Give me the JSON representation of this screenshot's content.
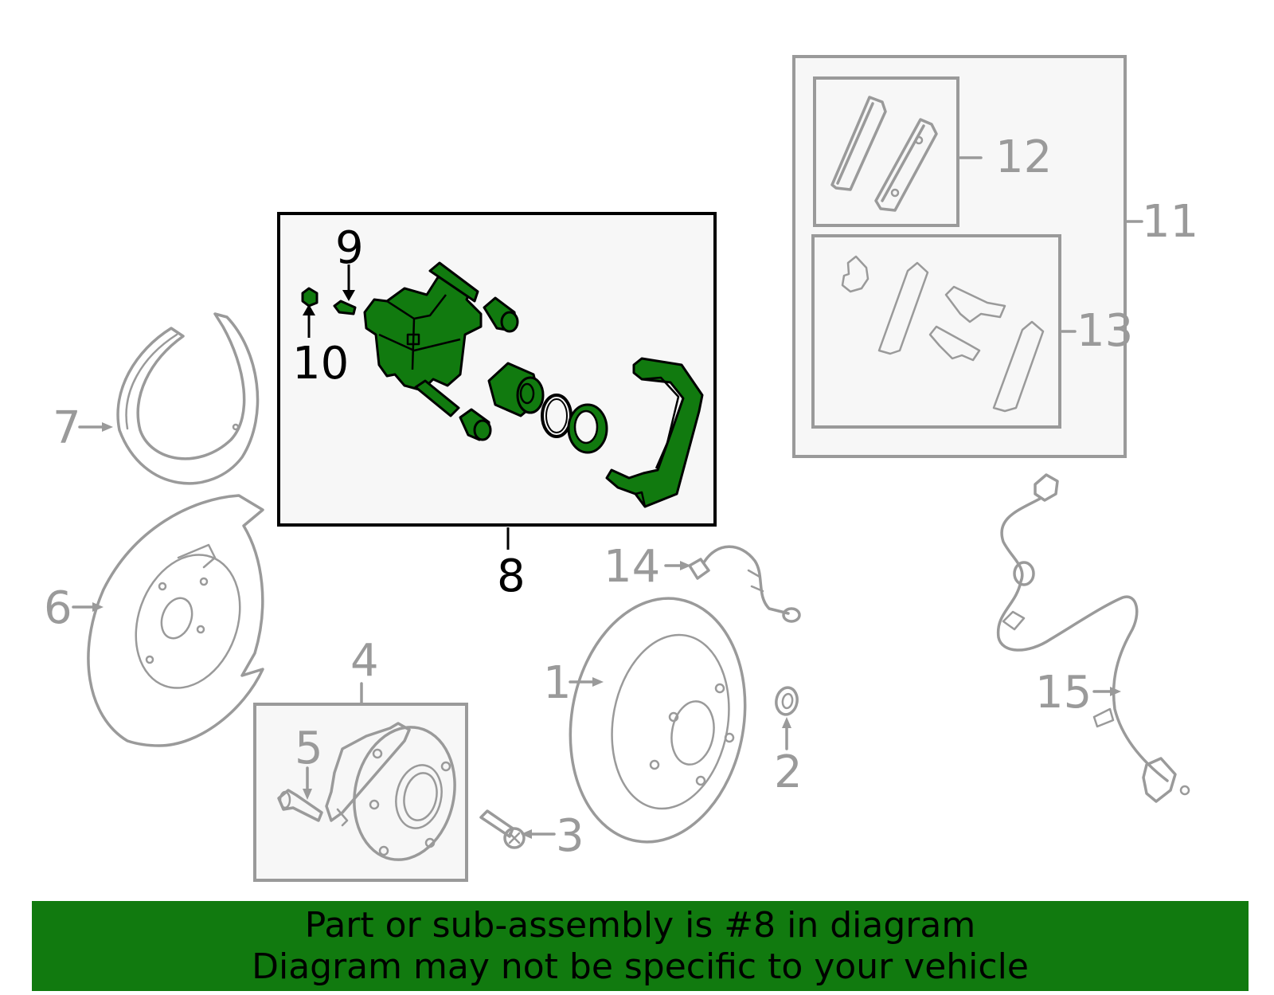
{
  "diagram": {
    "callouts": {
      "c1": "1",
      "c2": "2",
      "c3": "3",
      "c4": "4",
      "c5": "5",
      "c6": "6",
      "c7": "7",
      "c8": "8",
      "c9": "9",
      "c10": "10",
      "c11": "11",
      "c12": "12",
      "c13": "13",
      "c14": "14",
      "c15": "15"
    },
    "highlighted_part": "8",
    "colors": {
      "highlight": "#117a0f",
      "line": "#9a9a9a",
      "panel": "#f7f7f7"
    }
  },
  "banner": {
    "line1": "Part or sub-assembly is #8 in diagram",
    "line2": "Diagram may not be specific to your vehicle"
  }
}
